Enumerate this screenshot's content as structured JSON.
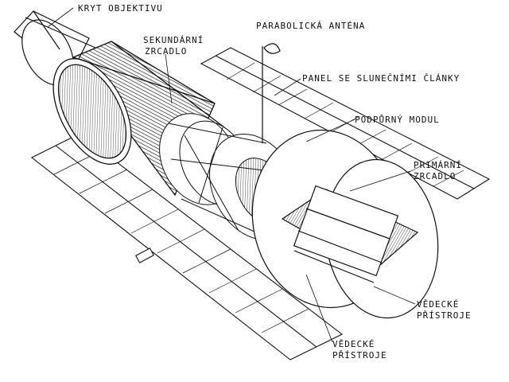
{
  "labels": {
    "kryt_objektivu": "KRYT OBJEKTIVU",
    "sekundarni_zrcadlo_1": "SEKUNDÁRNÍ",
    "sekundarni_zrcadlo_2": "ZRCADLO",
    "parabolicka_antena": "PARABOLICKÁ ANTÉNA",
    "panel": "PANEL SE SLUNEČNÍMI ČLÁNKY",
    "podporny_modul": "PODPŮRNÝ MODUL",
    "primarni_zrcadlo_1": "PRIMÁRNÍ",
    "primarni_zrcadlo_2": "ZRCADLO",
    "vedecke_pristroje_a_1": "VĚDECKÉ",
    "vedecke_pristroje_a_2": "PŘÍSTROJE",
    "vedecke_pristroje_b_1": "VĚDECKÉ",
    "vedecke_pristroje_b_2": "PŘÍSTROJE"
  },
  "colors": {
    "ink": "#111111",
    "paper": "#ffffff"
  }
}
